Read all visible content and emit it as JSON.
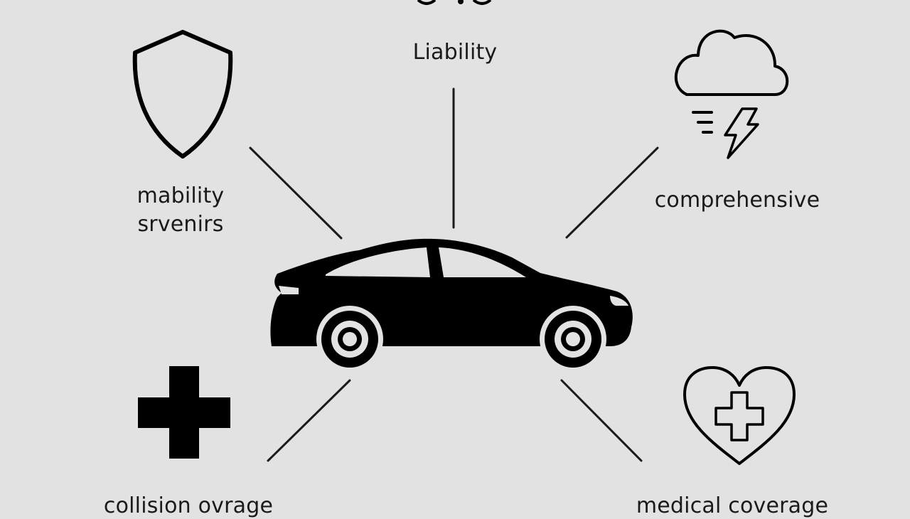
{
  "nodes": {
    "center": {
      "icon": "car-icon"
    },
    "liability": {
      "label": "Liability"
    },
    "mobility": {
      "line1": "mability",
      "line2": "srvenirs",
      "icon": "shield-icon"
    },
    "comprehensive": {
      "label": "comprehensive",
      "icon": "storm-cloud-icon"
    },
    "collision": {
      "label": "collision ovrage",
      "icon": "plus-cross-icon"
    },
    "medical": {
      "label": "medical coverage",
      "icon": "heart-plus-icon"
    }
  },
  "colors": {
    "background": "#e2e2e2",
    "ink": "#000000",
    "text": "#1a1a1a"
  }
}
